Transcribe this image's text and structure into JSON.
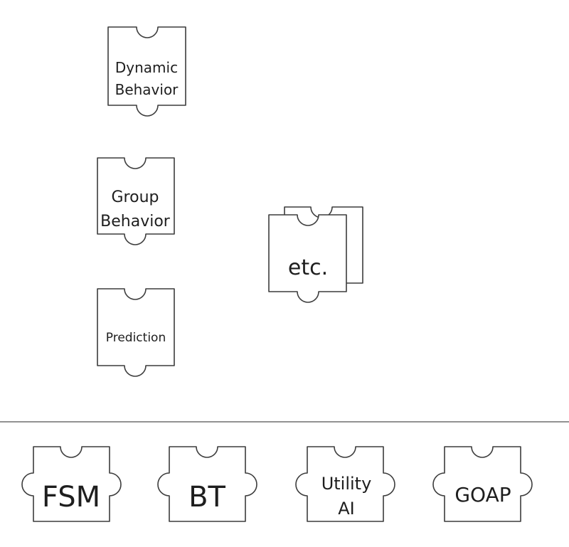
{
  "colors": {
    "stroke": "#3c3c3c",
    "fill": "#ffffff",
    "text": "#1e1e1e",
    "divider": "#6e6e6e"
  },
  "upper_pieces": [
    {
      "lines": [
        "Dynamic",
        "Behavior"
      ]
    },
    {
      "lines": [
        "Group",
        "Behavior"
      ]
    },
    {
      "lines": [
        "Prediction"
      ]
    }
  ],
  "etc_piece": {
    "lines": [
      "etc."
    ]
  },
  "base_pieces": [
    {
      "lines": [
        "FSM"
      ]
    },
    {
      "lines": [
        "BT"
      ]
    },
    {
      "lines": [
        "Utility",
        "AI"
      ]
    },
    {
      "lines": [
        "GOAP"
      ]
    }
  ]
}
